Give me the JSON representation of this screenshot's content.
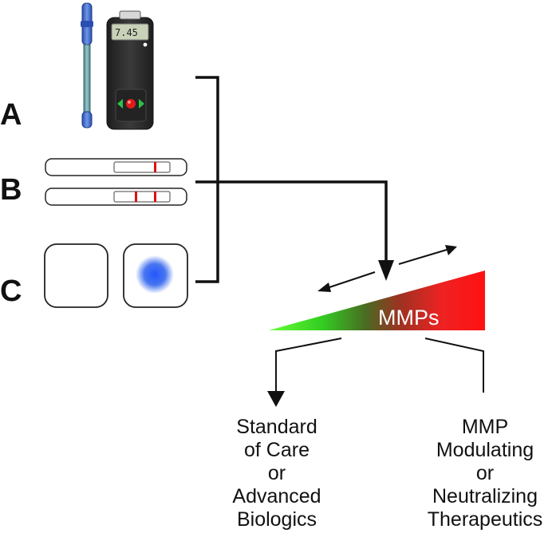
{
  "panels": {
    "a": "A",
    "b": "B",
    "c": "C"
  },
  "meter": {
    "display": "7.45"
  },
  "gradient": {
    "label": "MMPs",
    "low_color": "#33dd22",
    "mid_color": "#556622",
    "high_color": "#ff1111"
  },
  "outcomes": {
    "left": [
      "Standard",
      "of Care",
      "or",
      "Advanced",
      "Biologics"
    ],
    "right": [
      "MMP",
      "Modulating",
      "or",
      "Neutralizing",
      "Therapeutics"
    ]
  },
  "colors": {
    "stroke": "#111111",
    "strip_line": "#dd1111",
    "dot": "#2255ee"
  }
}
